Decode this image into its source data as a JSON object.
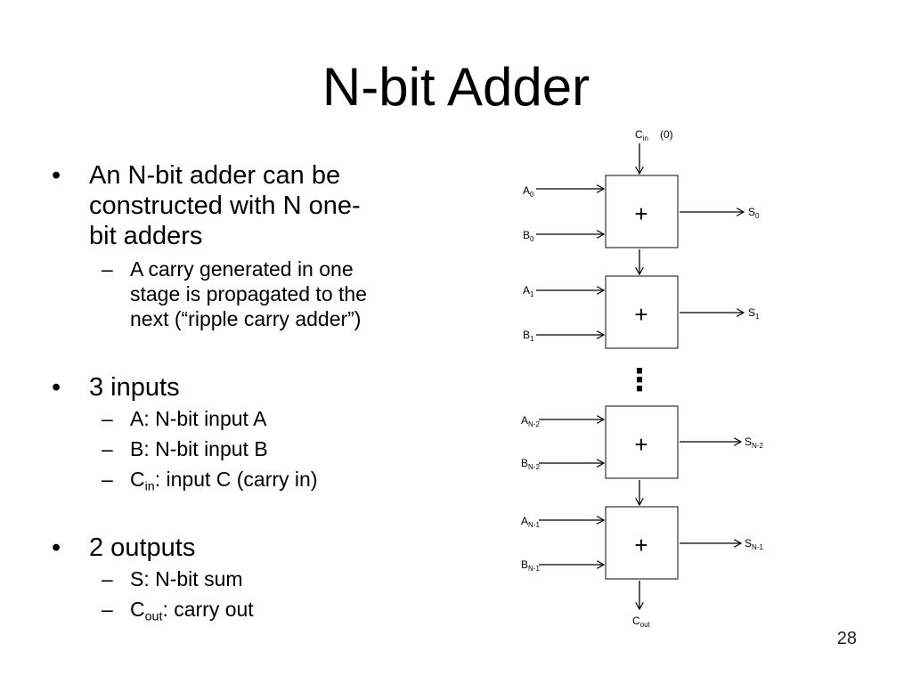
{
  "slide": {
    "title": "N-bit Adder",
    "page_number": "28"
  },
  "bullets": {
    "b1": {
      "lines": [
        "An N-bit adder can be",
        "constructed with N one-",
        "bit adders"
      ],
      "sub": [
        "A carry generated in one",
        "stage is propagated to the",
        "next (“ripple carry adder”)"
      ]
    },
    "b2": {
      "text": "3 inputs",
      "sub1": "A: N-bit input A",
      "sub2": "B: N-bit input B",
      "sub3_main": "C",
      "sub3_subscript": "in",
      "sub3_rest": ": input C (carry in)"
    },
    "b3": {
      "text": "2 outputs",
      "sub1": "S: N-bit sum",
      "sub2_main": "C",
      "sub2_subscript": "out",
      "sub2_rest": ": carry out"
    }
  },
  "diagram": {
    "cin_main": "C",
    "cin_sub": "in",
    "cin_value": "(0)",
    "cout_main": "C",
    "cout_sub": "out",
    "ellipsis": "⋮",
    "adders": [
      {
        "symbol": "+",
        "a_main": "A",
        "a_sub": "0",
        "b_main": "B",
        "b_sub": "0",
        "s_main": "S",
        "s_sub": "0"
      },
      {
        "symbol": "+",
        "a_main": "A",
        "a_sub": "1",
        "b_main": "B",
        "b_sub": "1",
        "s_main": "S",
        "s_sub": "1"
      },
      {
        "symbol": "+",
        "a_main": "A",
        "a_sub": "N-2",
        "b_main": "B",
        "b_sub": "N-2",
        "s_main": "S",
        "s_sub": "N-2"
      },
      {
        "symbol": "+",
        "a_main": "A",
        "a_sub": "N-1",
        "b_main": "B",
        "b_sub": "N-1",
        "s_main": "S",
        "s_sub": "N-1"
      }
    ]
  }
}
